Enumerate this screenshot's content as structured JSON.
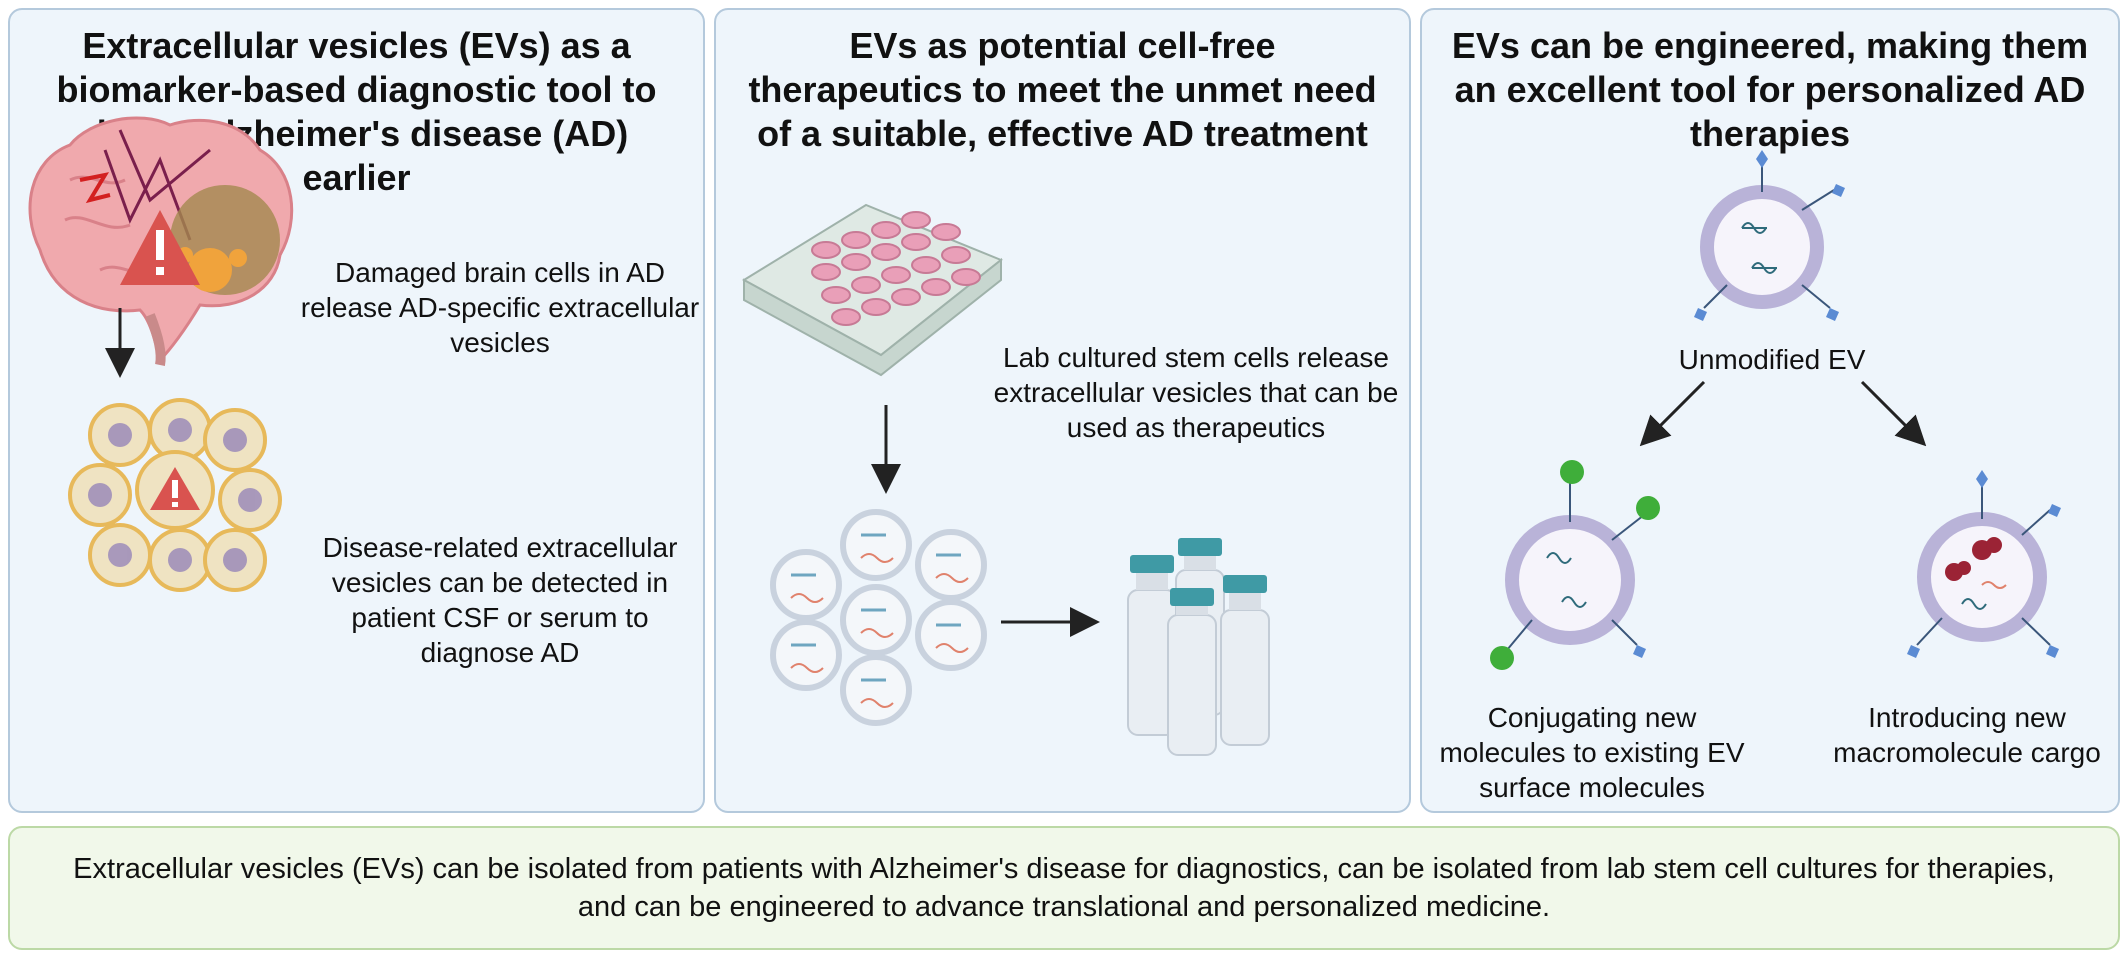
{
  "panels": [
    {
      "title": "Extracellular vesicles (EVs) as a biomarker-based diagnostic tool to detect Alzheimer's disease (AD) earlier",
      "text_top": "Damaged brain cells in AD release AD-specific extracellular vesicles",
      "text_bottom": "Disease-related extracellular vesicles can be detected in patient CSF or serum to diagnose AD"
    },
    {
      "title": "EVs as potential cell-free therapeutics to meet the unmet need of a suitable, effective AD treatment",
      "text": "Lab cultured stem cells release extracellular vesicles that can be used as therapeutics"
    },
    {
      "title": "EVs can be engineered, making them an excellent tool for personalized AD therapies",
      "label_top": "Unmodified EV",
      "label_left": "Conjugating new molecules to existing EV surface molecules",
      "label_right": "Introducing new macromolecule cargo"
    }
  ],
  "footer": "Extracellular vesicles (EVs) can be isolated from patients with Alzheimer's disease for diagnostics, can be isolated from lab stem cell cultures for therapies, and can be engineered to advance translational and personalized medicine.",
  "icons": [
    "brain-icon",
    "warning-icon",
    "ev-cluster-icon",
    "well-plate-icon",
    "vesicle-icon",
    "vial-icon",
    "arrow-icon"
  ],
  "colors": {
    "panel_bg": "#eef5fb",
    "panel_border": "#b4c9dc",
    "footer_bg": "#f1f8ea",
    "footer_border": "#bcd9a6",
    "warning": "#d9534f",
    "vesicle": "#b9b3d8",
    "ligand": "#3fae3a"
  }
}
